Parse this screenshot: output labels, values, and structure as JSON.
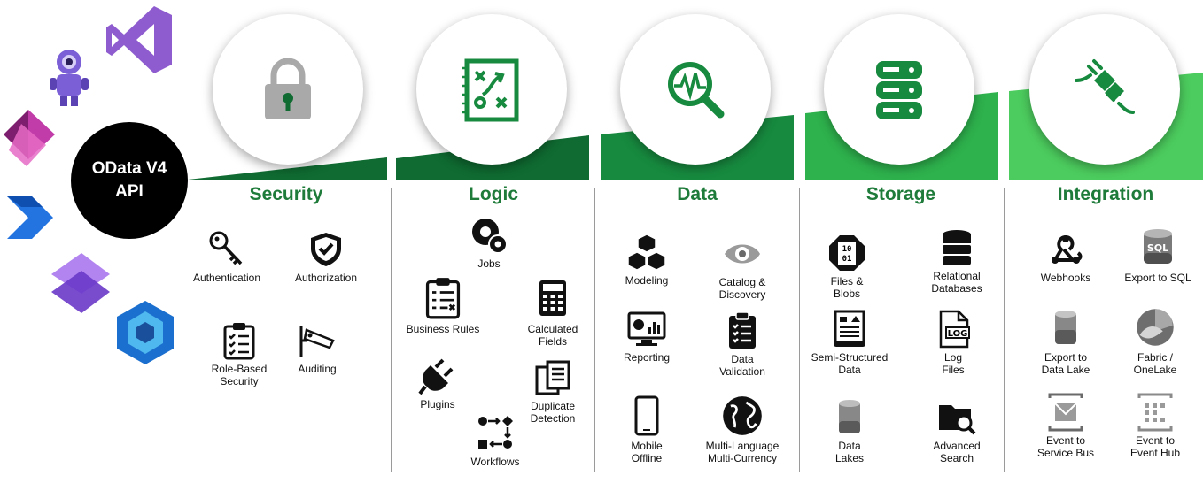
{
  "center": {
    "line1": "OData V4",
    "line2": "API"
  },
  "columns": [
    {
      "title": "Security",
      "items": [
        "Authentication",
        "Authorization",
        "Role-Based\nSecurity",
        "Auditing"
      ]
    },
    {
      "title": "Logic",
      "items": [
        "Jobs",
        "Business Rules",
        "Calculated\nFields",
        "Plugins",
        "Duplicate\nDetection",
        "Workflows"
      ]
    },
    {
      "title": "Data",
      "items": [
        "Modeling",
        "Catalog &\nDiscovery",
        "Reporting",
        "Data\nValidation",
        "Mobile\nOffline",
        "Multi-Language\nMulti-Currency"
      ]
    },
    {
      "title": "Storage",
      "items": [
        "Files &\nBlobs",
        "Relational\nDatabases",
        "Semi-Structured\nData",
        "Log\nFiles",
        "Data\nLakes",
        "Advanced\nSearch"
      ]
    },
    {
      "title": "Integration",
      "items": [
        "Webhooks",
        "Export to SQL",
        "Export to\nData Lake",
        "Fabric /\nOneLake",
        "Event to\nService Bus",
        "Event to\nEvent Hub"
      ]
    }
  ],
  "icon_text": {
    "sql": "SQL",
    "log": "LOG",
    "bin1": "10",
    "bin2": "01"
  },
  "colors": {
    "band1": "#0f6b31",
    "band2": "#178a3f",
    "band3": "#2eb24d",
    "band4": "#4ccc5e",
    "title": "#1e7b3a"
  }
}
